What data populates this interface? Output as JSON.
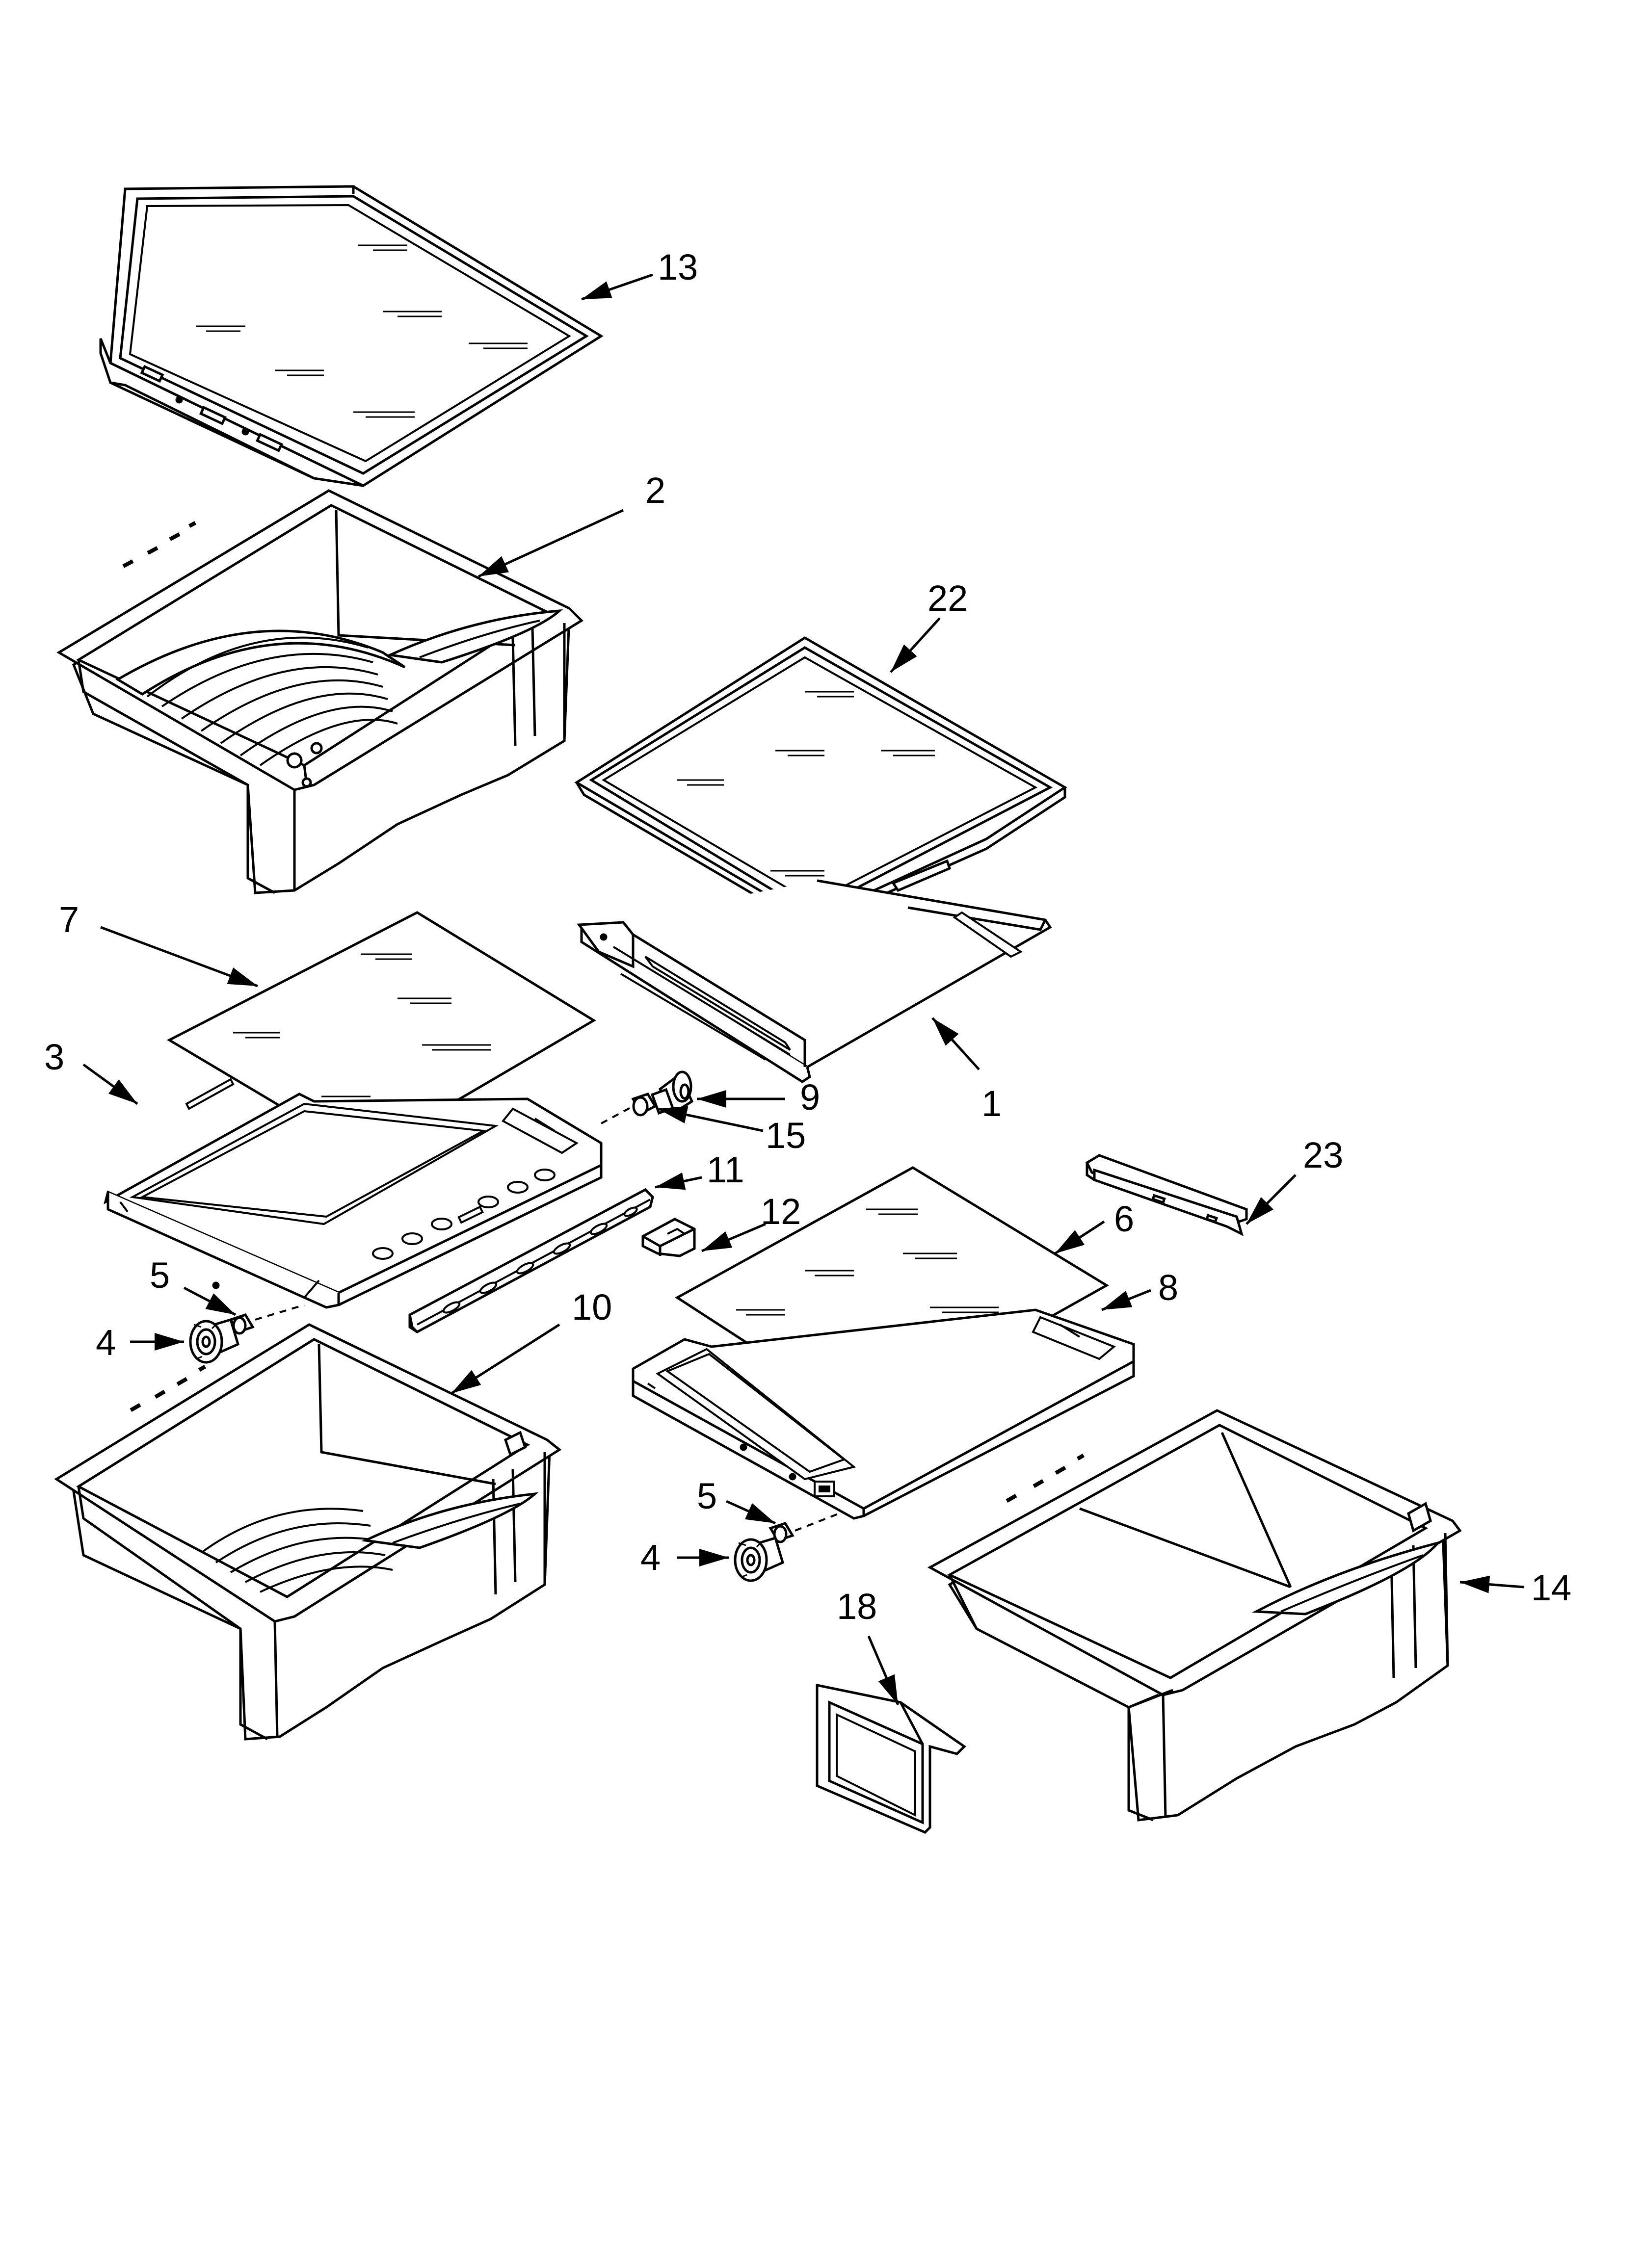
{
  "colors": {
    "line": "#000000",
    "part_fill": "#ffffff",
    "background": "#ffffff"
  },
  "callouts": {
    "c13": "13",
    "c2": "2",
    "c22": "22",
    "c7": "7",
    "c3": "3",
    "c9": "9",
    "c15": "15",
    "c1": "1",
    "c23": "23",
    "c11": "11",
    "c12": "12",
    "c6": "6",
    "c8": "8",
    "c5a": "5",
    "c4a": "4",
    "c10": "10",
    "c5b": "5",
    "c4b": "4",
    "c18": "18",
    "c14": "14"
  }
}
